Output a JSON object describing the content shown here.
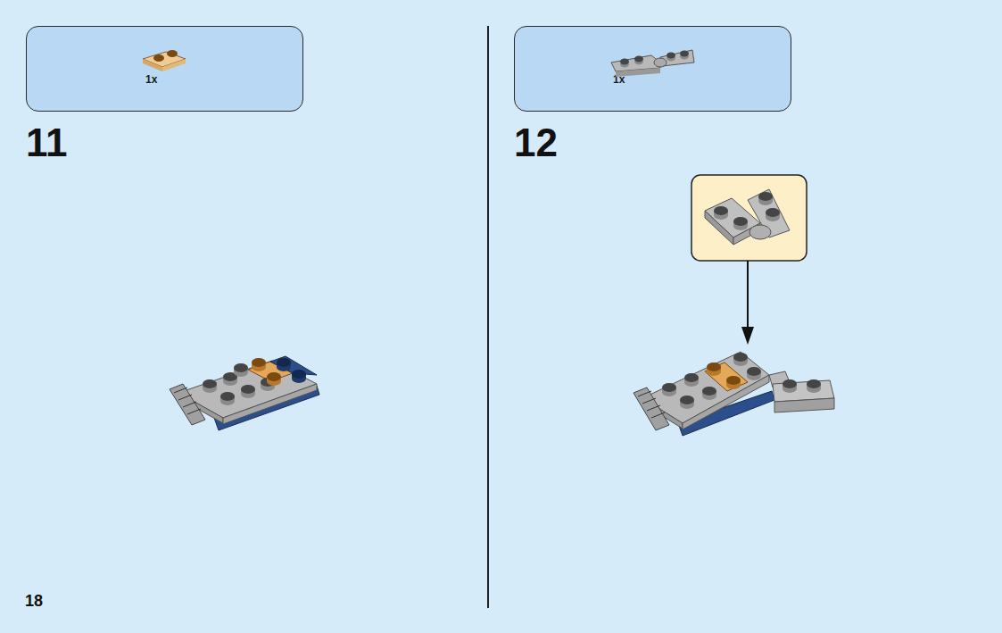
{
  "diagram": {
    "nodes": [
      {
        "text": [
          "1x"
        ]
      },
      {
        "text": [
          "1x"
        ]
      }
    ],
    "labels": [
      "11",
      "12",
      "18"
    ]
  }
}
